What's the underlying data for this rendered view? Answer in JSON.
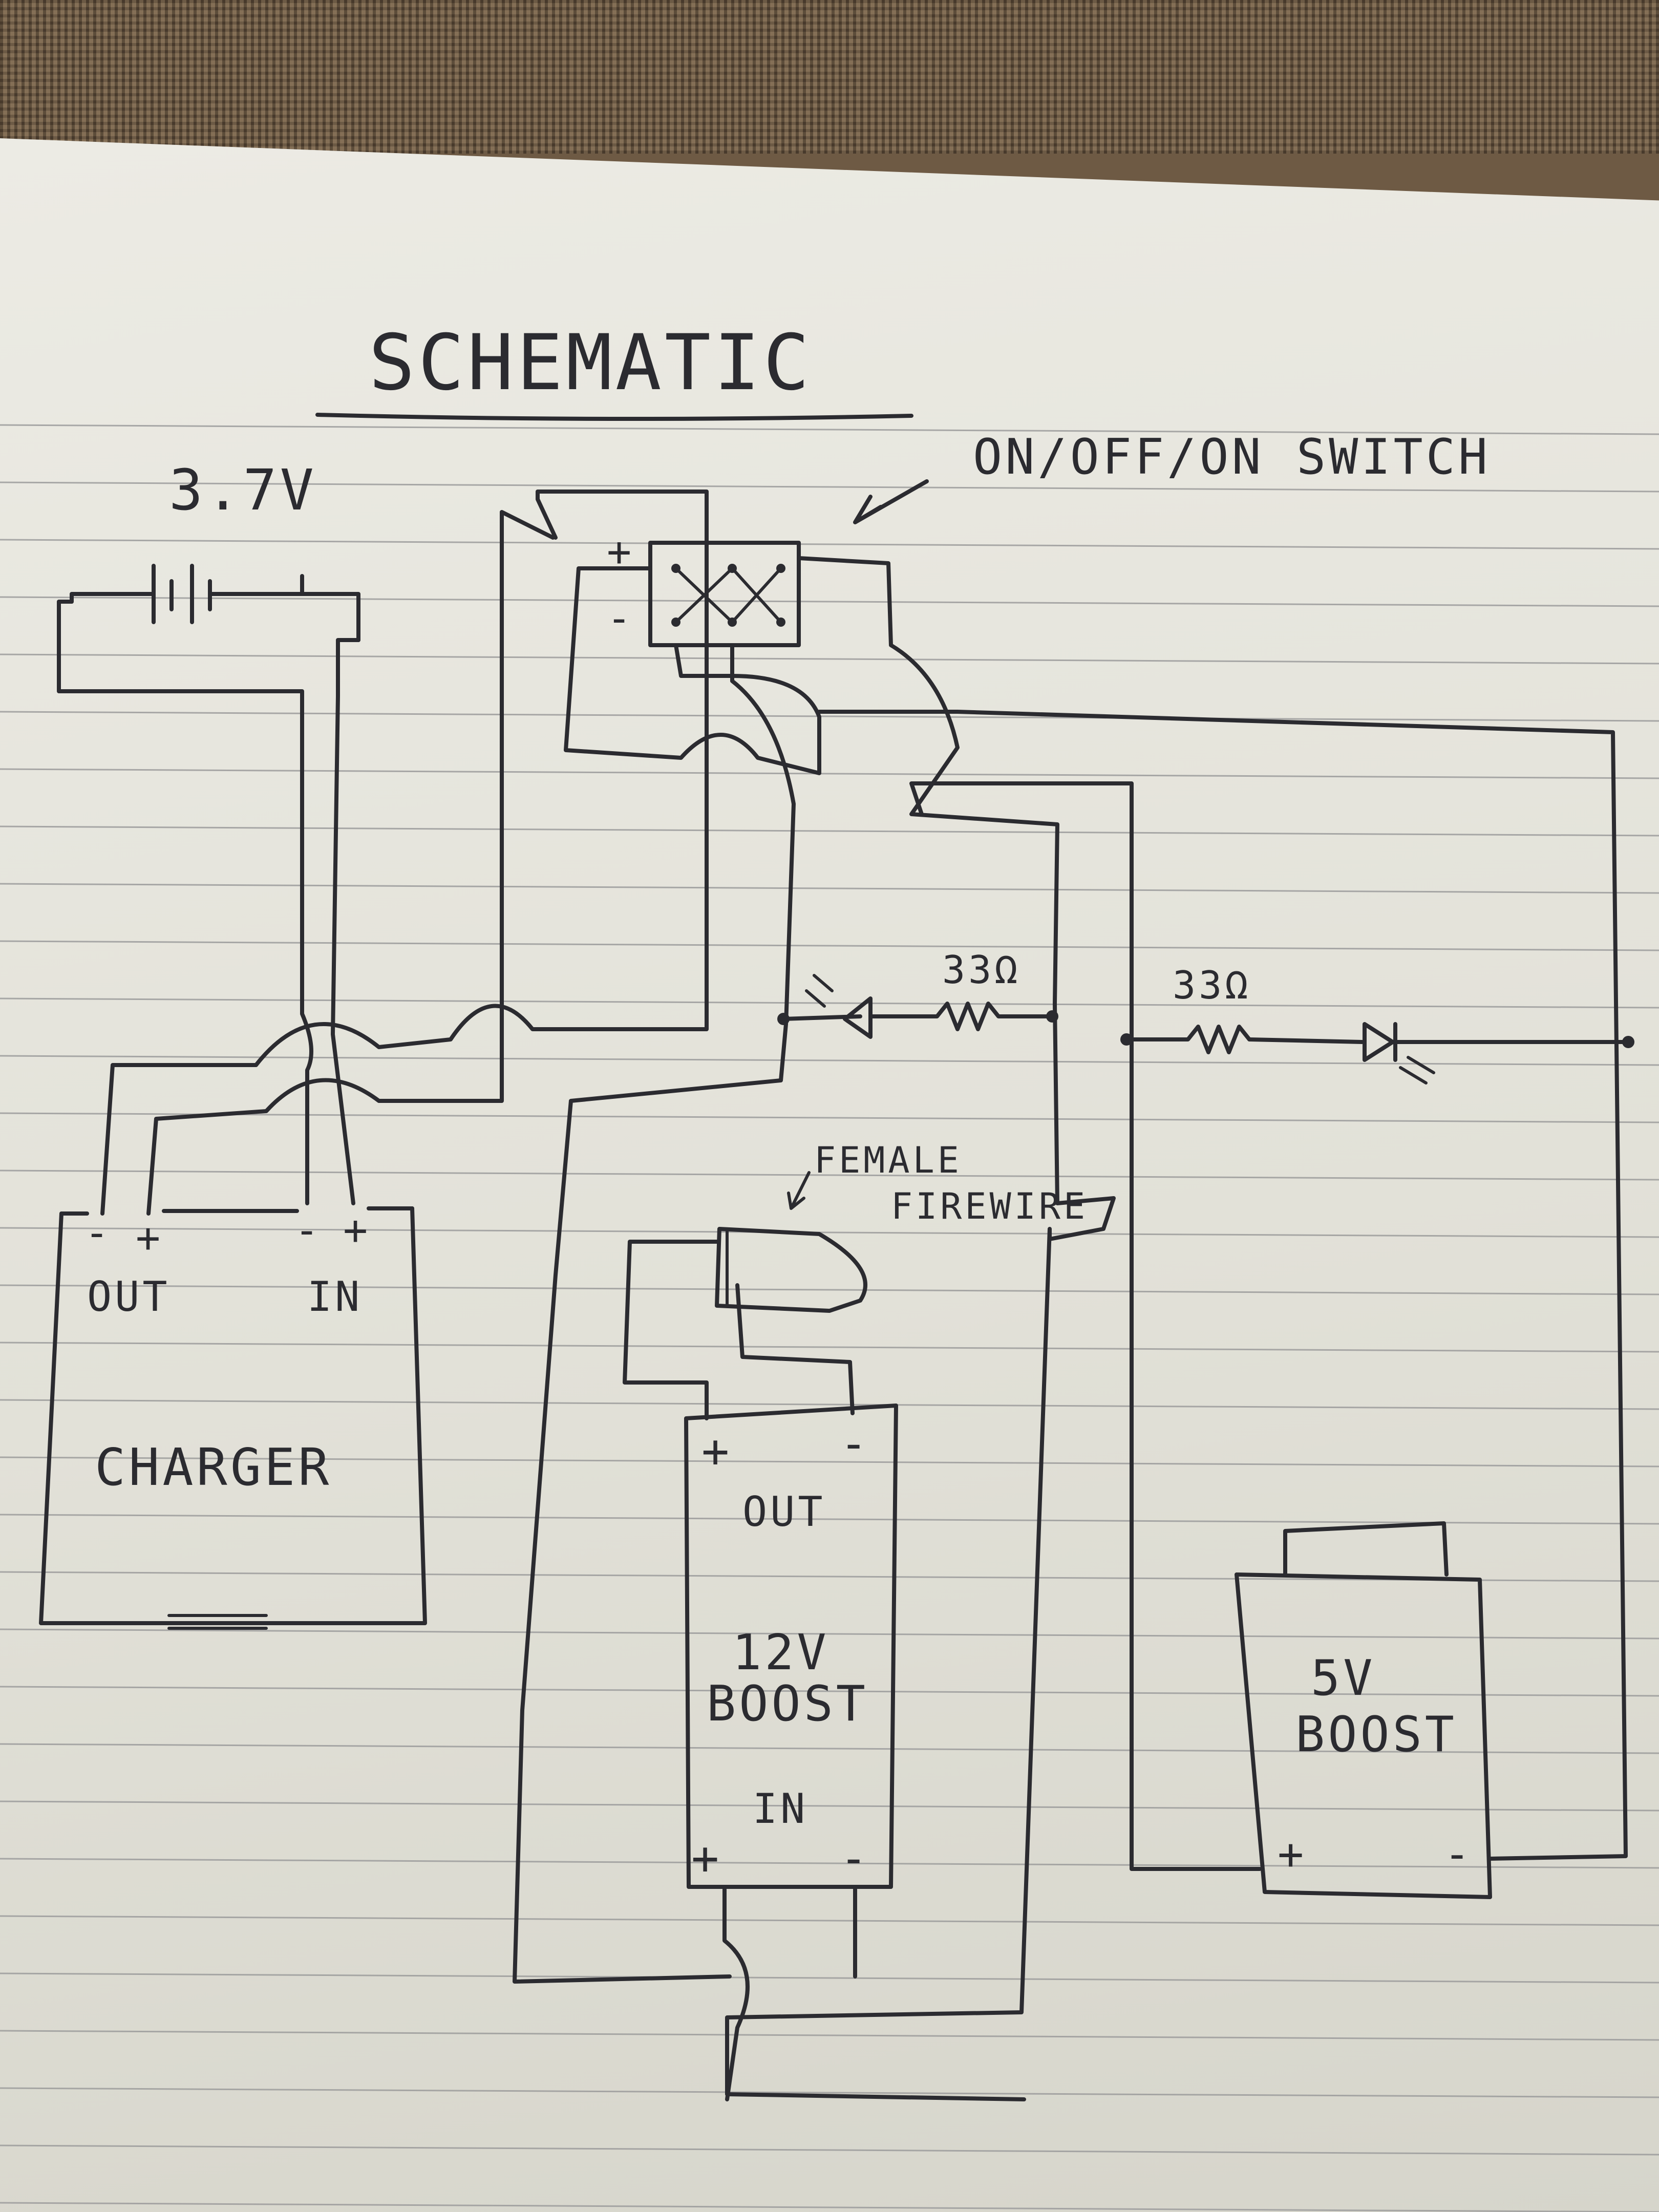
{
  "title": "SCHEMATIC",
  "annotations": {
    "switch": "ON/OFF/ON SWITCH",
    "firewire_line1": "FEMALE",
    "firewire_line2": "FIREWIRE"
  },
  "battery": {
    "voltage": "3.7V"
  },
  "resistor_left": "33Ω",
  "resistor_right": "33Ω",
  "switch_pins": {
    "plus": "+",
    "minus": "-"
  },
  "charger": {
    "label": "CHARGER",
    "out": "OUT",
    "in": "IN",
    "minus": "-",
    "plus": "+"
  },
  "boost12": {
    "label_line1": "12V",
    "label_line2": "BOOST",
    "out": "OUT",
    "in": "IN",
    "plus": "+",
    "minus": "-"
  },
  "boost5": {
    "label_line1": "5V",
    "label_line2": "BOOST",
    "plus": "+",
    "minus": "-"
  }
}
